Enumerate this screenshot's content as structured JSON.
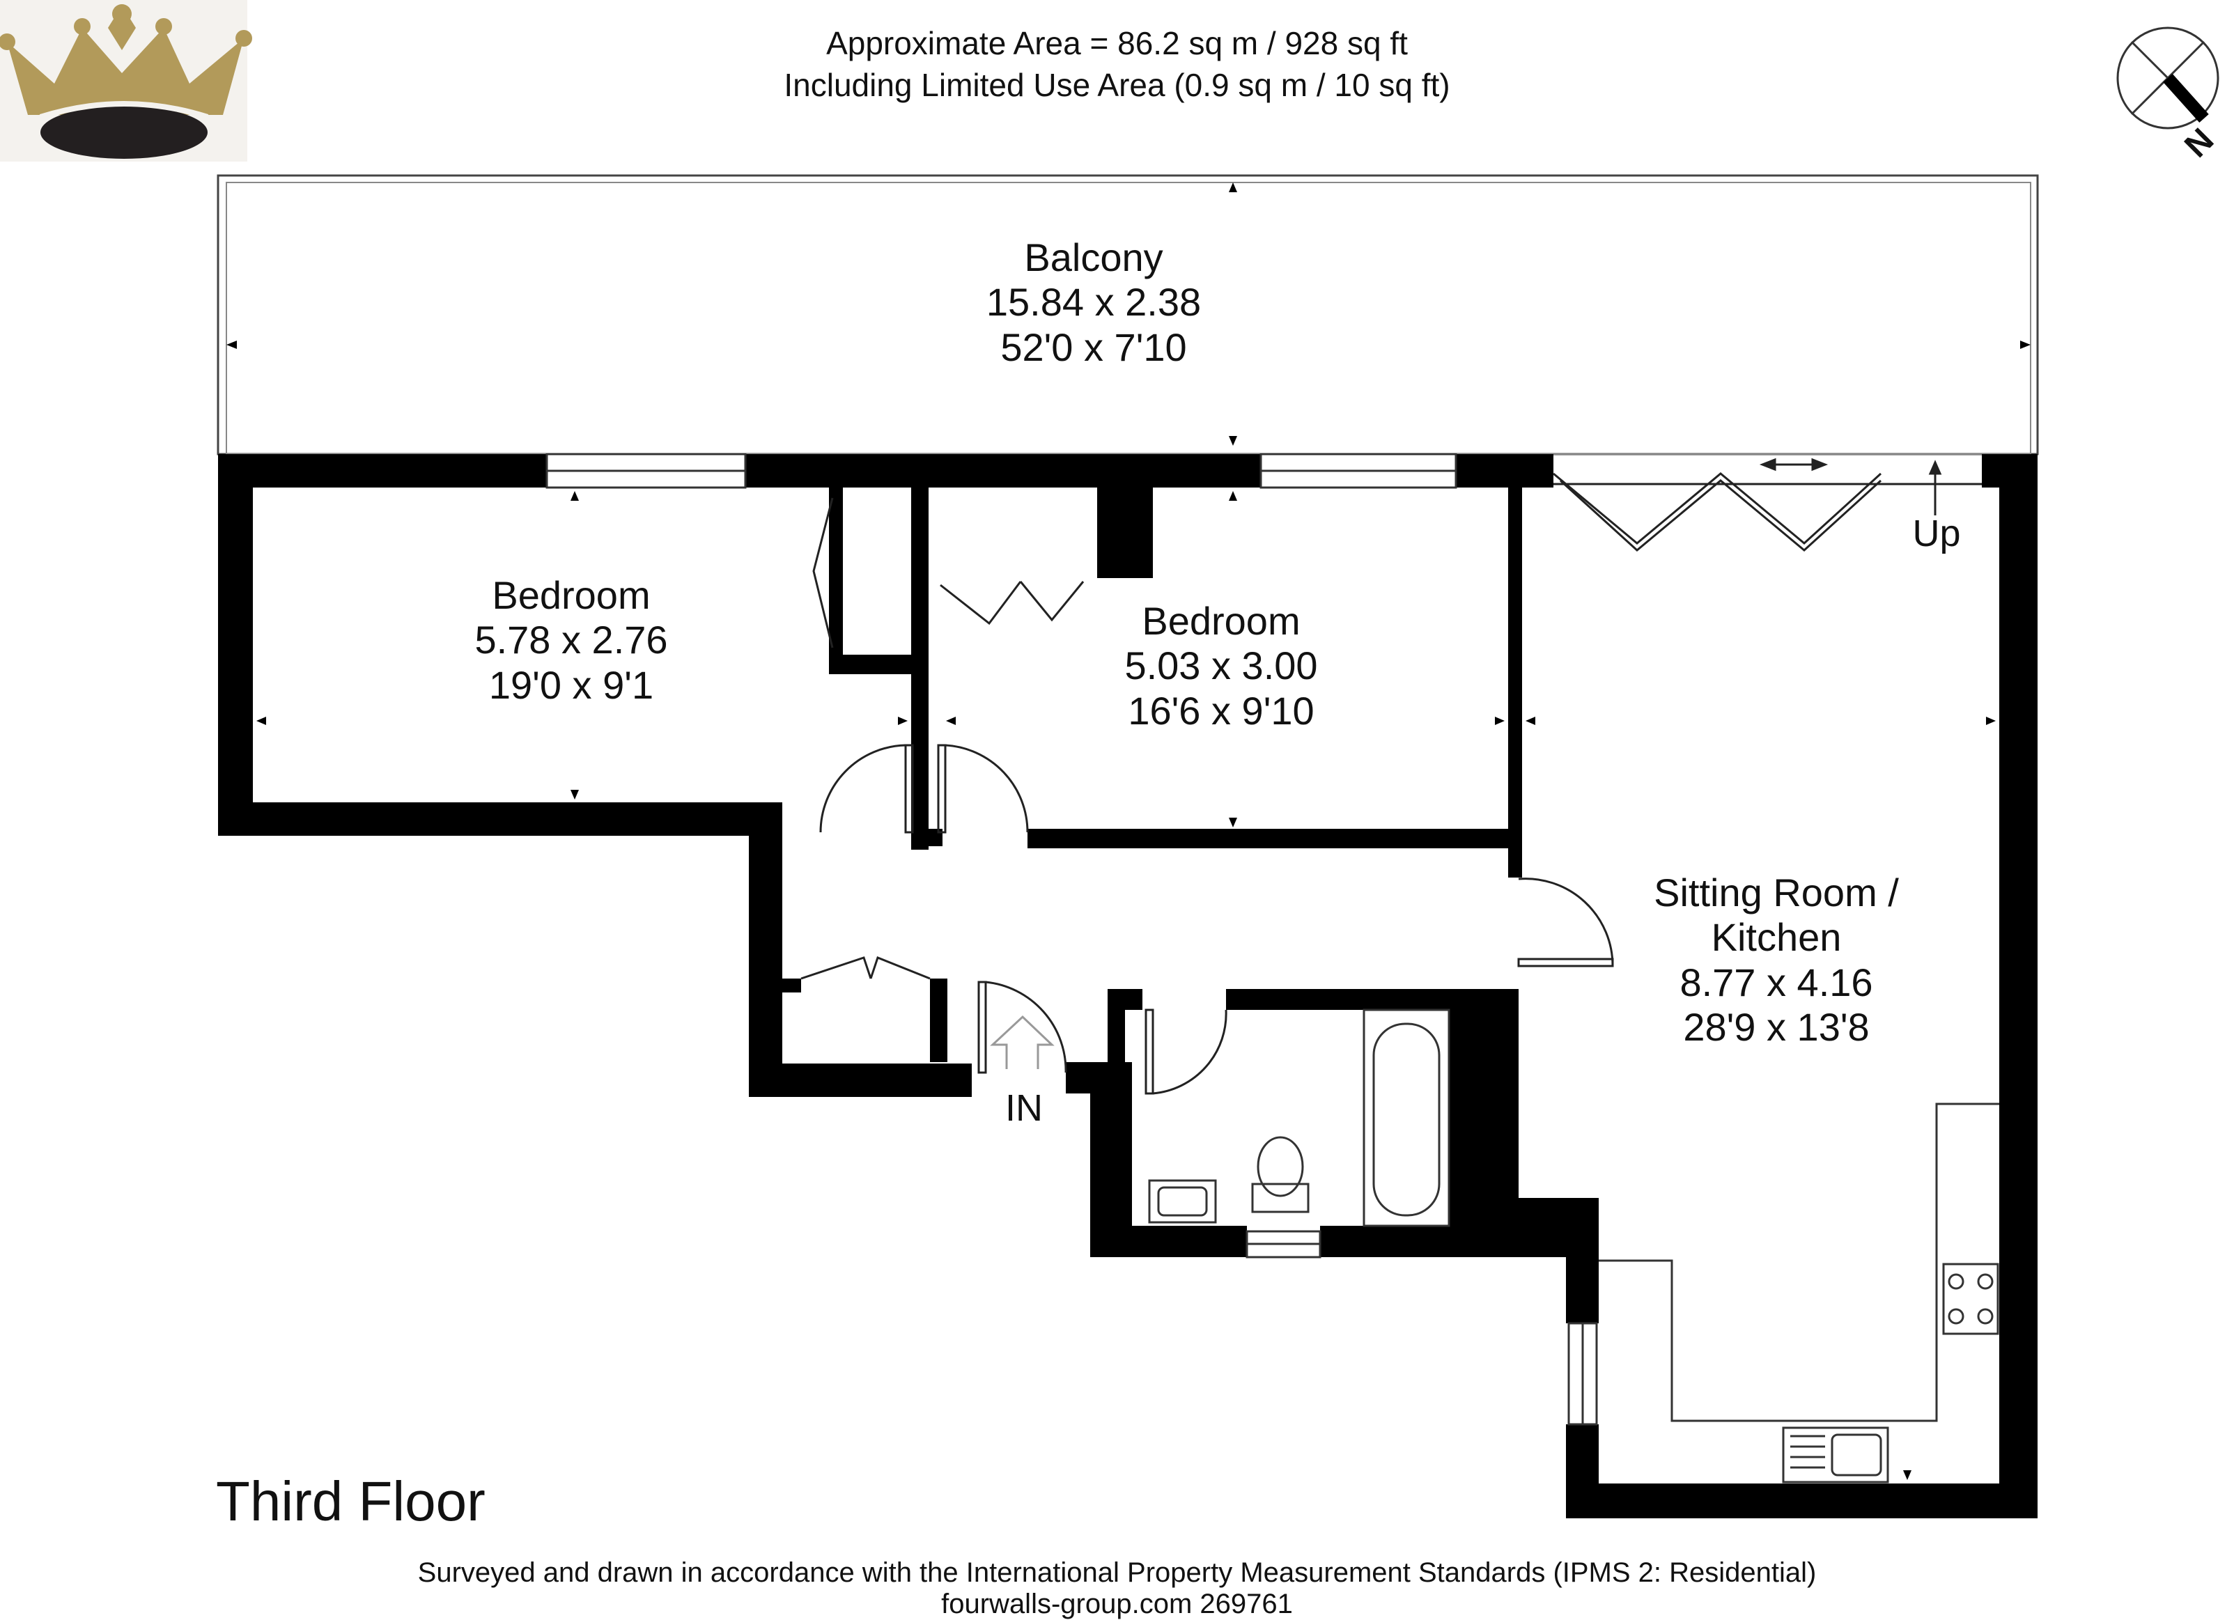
{
  "header": {
    "area_line_1": "Approximate  Area = 86.2 sq m / 928 sq ft",
    "area_line_2": "Including Limited Use Area (0.9 sq m / 10 sq ft)"
  },
  "compass": {
    "label": "N",
    "icon": "north-arrow-icon"
  },
  "logo": {
    "icon": "crown-logo-icon",
    "colors": {
      "gold": "#b29a5a",
      "dark": "#231f20"
    }
  },
  "rooms": {
    "balcony": {
      "name": "Balcony",
      "metric": "15.84 x 2.38",
      "imperial": "52'0 x 7'10"
    },
    "bedroom1": {
      "name": "Bedroom",
      "metric": "5.78 x 2.76",
      "imperial": "19'0 x 9'1"
    },
    "bedroom2": {
      "name": "Bedroom",
      "metric": "5.03 x 3.00",
      "imperial": "16'6 x 9'10"
    },
    "sitting": {
      "name_line1": "Sitting Room /",
      "name_line2": "Kitchen",
      "metric": "8.77 x 4.16",
      "imperial": "28'9 x 13'8"
    }
  },
  "labels": {
    "entrance": "IN",
    "stairs_up": "Up"
  },
  "floor_name": "Third Floor",
  "footer": {
    "line1": "Surveyed and drawn in accordance with the International Property Measurement Standards (IPMS 2: Residential)",
    "line2": "fourwalls-group.com 269761"
  },
  "style": {
    "wall_color": "#000000",
    "line_color": "#222222"
  }
}
